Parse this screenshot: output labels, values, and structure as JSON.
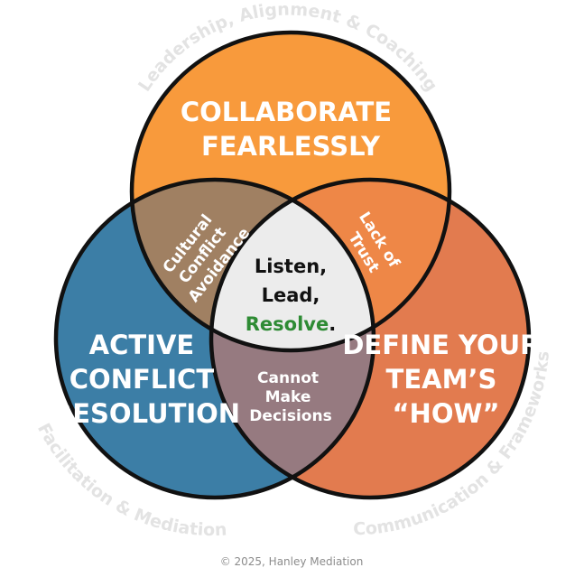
{
  "colors": {
    "top_circle": "#f89a3c",
    "left_circle": "#3c7ea6",
    "right_circle": "#e27b4f",
    "top_left_overlap": "#a08062",
    "top_right_overlap": "#ee8747",
    "left_right_overlap": "#967a80",
    "center": "#ececec",
    "outline": "#111111",
    "resolve_accent": "#2e8b34"
  },
  "outer_labels": {
    "top": "Leadership, Alignment & Coaching",
    "left": "Facilitation & Mediation",
    "right": "Communication & Frameworks"
  },
  "circles": {
    "top": {
      "lines": [
        "COLLABORATE",
        "FEARLESSLY"
      ]
    },
    "left": {
      "lines": [
        "ACTIVE",
        "CONFLICT",
        "RESOLUTION"
      ]
    },
    "right": {
      "lines": [
        "DEFINE YOUR",
        "TEAM’S",
        "“HOW”"
      ]
    }
  },
  "overlaps": {
    "top_left": {
      "lines": [
        "Cultural",
        "Conflict",
        "Avoidance"
      ]
    },
    "top_right": {
      "lines": [
        "Lack of",
        "Trust"
      ]
    },
    "bottom": {
      "lines": [
        "Cannot",
        "Make",
        "Decisions"
      ]
    }
  },
  "center": {
    "line1": "Listen,",
    "line2": "Lead,",
    "line3_accent": "Resolve",
    "line3_tail": "."
  },
  "footer": "© 2025, Hanley Mediation"
}
